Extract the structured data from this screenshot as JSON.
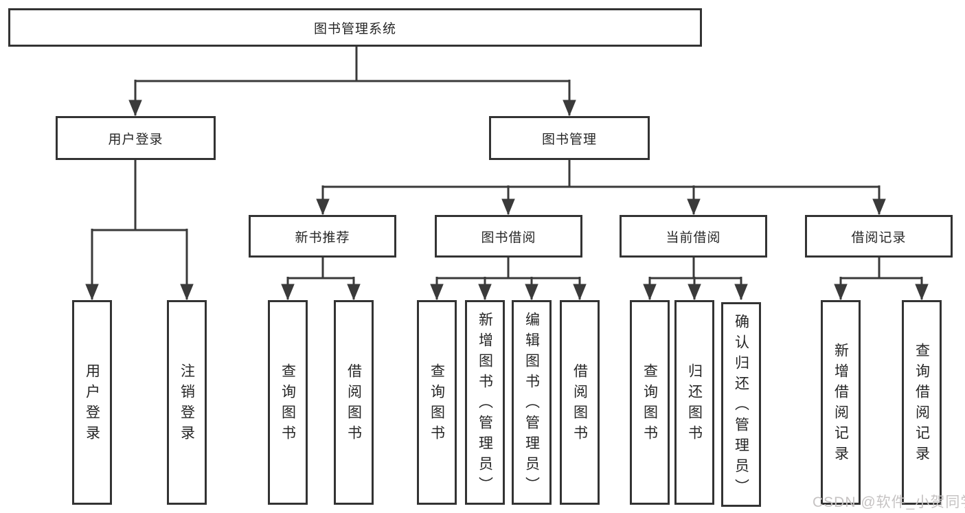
{
  "tree": {
    "root": "图书管理系统",
    "children": [
      {
        "label": "用户登录",
        "children": [
          {
            "label": "用户登录"
          },
          {
            "label": "注销登录"
          }
        ]
      },
      {
        "label": "图书管理",
        "children": [
          {
            "label": "新书推荐",
            "children": [
              {
                "label": "查询图书"
              },
              {
                "label": "借阅图书"
              }
            ]
          },
          {
            "label": "图书借阅",
            "children": [
              {
                "label": "查询图书"
              },
              {
                "label": "新增图书（管理员）"
              },
              {
                "label": "编辑图书（管理员）"
              },
              {
                "label": "借阅图书"
              }
            ]
          },
          {
            "label": "当前借阅",
            "children": [
              {
                "label": "查询图书"
              },
              {
                "label": "归还图书"
              },
              {
                "label": "确认归还（管理员）"
              }
            ]
          },
          {
            "label": "借阅记录",
            "children": [
              {
                "label": "新增借阅记录"
              },
              {
                "label": "查询借阅记录"
              }
            ]
          }
        ]
      }
    ]
  },
  "watermark": {
    "text": "CSDN @软件_小贺同学"
  },
  "colors": {
    "line": "#3a3a3a",
    "box_border": "#333333",
    "text": "#262626",
    "watermark": "#c6c3c3",
    "background": "#ffffff"
  }
}
